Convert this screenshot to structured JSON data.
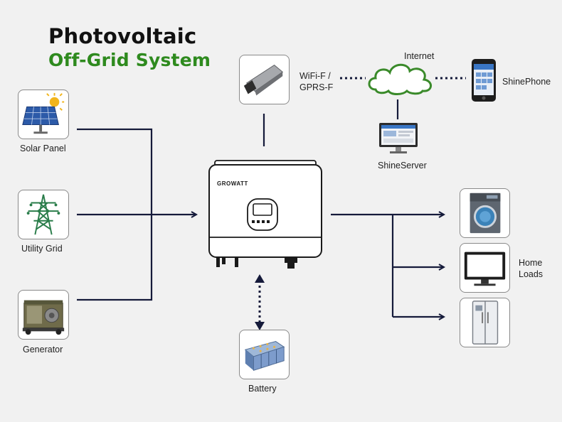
{
  "title": {
    "line1": "Photovoltaic",
    "line2": "Off-Grid System"
  },
  "sources": {
    "solar_panel": "Solar Panel",
    "utility_grid": "Utility Grid",
    "generator": "Generator"
  },
  "network": {
    "module": "WiFi-F /\nGPRS-F",
    "internet": "Internet",
    "phone": "ShinePhone",
    "server": "ShineServer"
  },
  "inverter": {
    "brand": "GROWATT"
  },
  "battery": "Battery",
  "loads": "Home\nLoads",
  "colors": {
    "line": "#151a3a",
    "title_green": "#2e8a1e",
    "cloud": "#3a8a2a"
  }
}
